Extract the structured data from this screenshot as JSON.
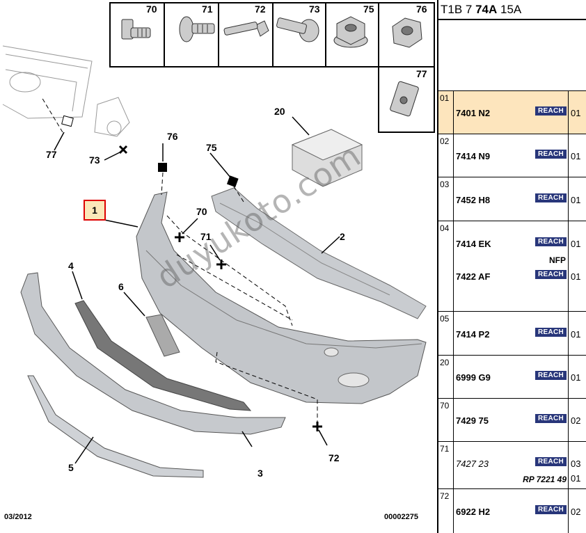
{
  "header": {
    "prefix": "T1B 7 ",
    "bold": "74A",
    "suffix": " 15A"
  },
  "hardware": [
    {
      "num": "70",
      "icon": "tapping-screw-icon"
    },
    {
      "num": "71",
      "icon": "flange-screw-icon"
    },
    {
      "num": "72",
      "icon": "hex-bolt-icon"
    },
    {
      "num": "73",
      "icon": "socket-screw-icon"
    },
    {
      "num": "75",
      "icon": "flange-nut-icon"
    },
    {
      "num": "76",
      "icon": "hex-nut-icon"
    },
    {
      "num": "77",
      "icon": "clip-nut-icon"
    }
  ],
  "callouts": {
    "c1": "1",
    "c2": "2",
    "c3": "3",
    "c4": "4",
    "c5": "5",
    "c6": "6",
    "c20": "20",
    "c70": "70",
    "c71": "71",
    "c72": "72",
    "c73": "73",
    "c75": "75",
    "c76": "76",
    "c77": "77"
  },
  "footer": {
    "date": "03/2012",
    "ref": "00002275"
  },
  "watermark": "duyukoto.com",
  "parts": [
    {
      "idx": "01",
      "pn": "7401 N2",
      "reach": "REACH",
      "qty": "01",
      "selected": true
    },
    {
      "idx": "02",
      "pn": "7414 N9",
      "reach": "REACH",
      "qty": "01"
    },
    {
      "idx": "03",
      "pn": "7452 H8",
      "reach": "REACH",
      "qty": "01"
    },
    {
      "idx": "04",
      "pn": "7414 EK",
      "reach": "REACH",
      "qty": "01",
      "note": "NFP",
      "pn2": "7422 AF",
      "reach2": "REACH",
      "qty2": "01"
    },
    {
      "idx": "05",
      "pn": "7414 P2",
      "reach": "REACH",
      "qty": "01"
    },
    {
      "idx": "20",
      "pn": "6999 G9",
      "reach": "REACH",
      "qty": "01"
    },
    {
      "idx": "70",
      "pn": "7429 75",
      "reach": "REACH",
      "qty": "02"
    },
    {
      "idx": "71",
      "pn": "7427 23",
      "reach": "REACH",
      "qty": "03",
      "rp": "RP 7221 49",
      "qty2": "01"
    },
    {
      "idx": "72",
      "pn": "6922 H2",
      "reach": "REACH",
      "qty": "02"
    }
  ]
}
